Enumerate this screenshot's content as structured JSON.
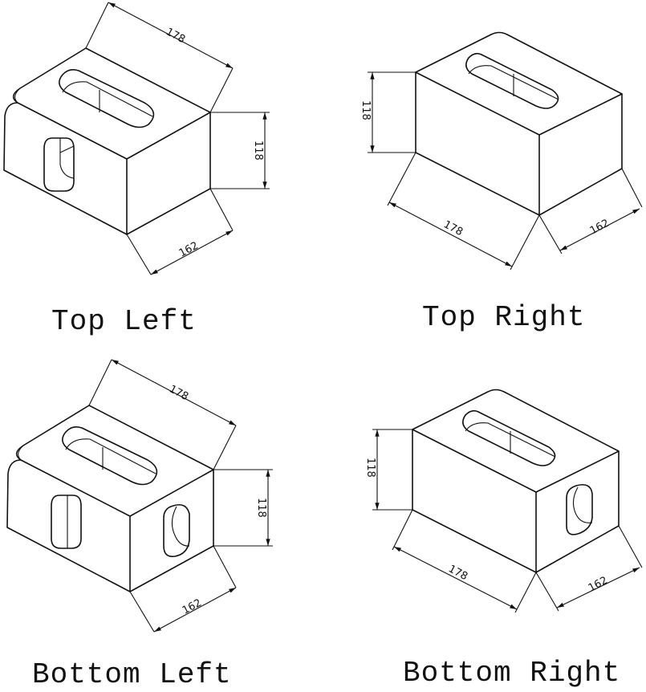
{
  "views": [
    {
      "caption": "Top Left",
      "dims": {
        "length": "178",
        "height": "118",
        "width": "162"
      }
    },
    {
      "caption": "Top Right",
      "dims": {
        "length": "178",
        "height": "118",
        "width": "162"
      }
    },
    {
      "caption": "Bottom Left",
      "dims": {
        "length": "178",
        "height": "118",
        "width": "162"
      }
    },
    {
      "caption": "Bottom Right",
      "dims": {
        "length": "178",
        "height": "118",
        "width": "162"
      }
    }
  ]
}
